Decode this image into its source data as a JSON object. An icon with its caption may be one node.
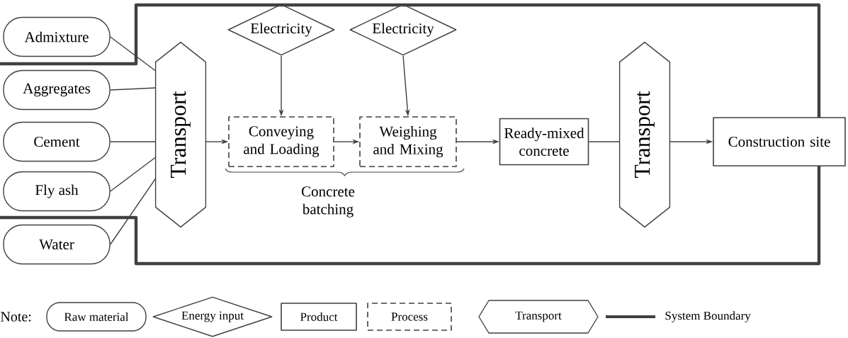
{
  "diagram": {
    "nodes": [
      {
        "text": [
          "Admixture"
        ]
      },
      {
        "text": [
          "Aggregates"
        ]
      },
      {
        "text": [
          "Cement"
        ]
      },
      {
        "text": [
          "Fly ash"
        ]
      },
      {
        "text": [
          "Water"
        ]
      },
      {
        "text": [
          "Transport"
        ]
      },
      {
        "text": [
          "Electricity"
        ]
      },
      {
        "text": [
          "Electricity"
        ]
      },
      {
        "text": [
          "Conveying and Loading"
        ]
      },
      {
        "text": [
          "Weighing and Mixing"
        ]
      },
      {
        "text": [
          "Ready-mixed concrete"
        ]
      },
      {
        "text": [
          "Transport"
        ]
      },
      {
        "text": [
          "Construction site"
        ]
      }
    ],
    "edges": [
      {
        "from": 0,
        "to": 5,
        "arrow": "none"
      },
      {
        "from": 1,
        "to": 5,
        "arrow": "none"
      },
      {
        "from": 2,
        "to": 5,
        "arrow": "none"
      },
      {
        "from": 3,
        "to": 5,
        "arrow": "none"
      },
      {
        "from": 4,
        "to": 5,
        "arrow": "none"
      },
      {
        "from": 5,
        "to": 8,
        "arrow": "to"
      },
      {
        "from": 6,
        "to": 8,
        "arrow": "to"
      },
      {
        "from": 7,
        "to": 9,
        "arrow": "to"
      },
      {
        "from": 8,
        "to": 9,
        "arrow": "to"
      },
      {
        "from": 9,
        "to": 10,
        "arrow": "to"
      },
      {
        "from": 10,
        "to": 11,
        "arrow": "none"
      },
      {
        "from": 11,
        "to": 12,
        "arrow": "to"
      }
    ],
    "labels": [
      "Concrete batching",
      "Note:"
    ],
    "legend": [
      {
        "text": "Raw material"
      },
      {
        "text": "Energy input"
      },
      {
        "text": "Product"
      },
      {
        "text": "Process"
      },
      {
        "text": "Transport"
      },
      {
        "text": "System Boundary"
      }
    ]
  }
}
